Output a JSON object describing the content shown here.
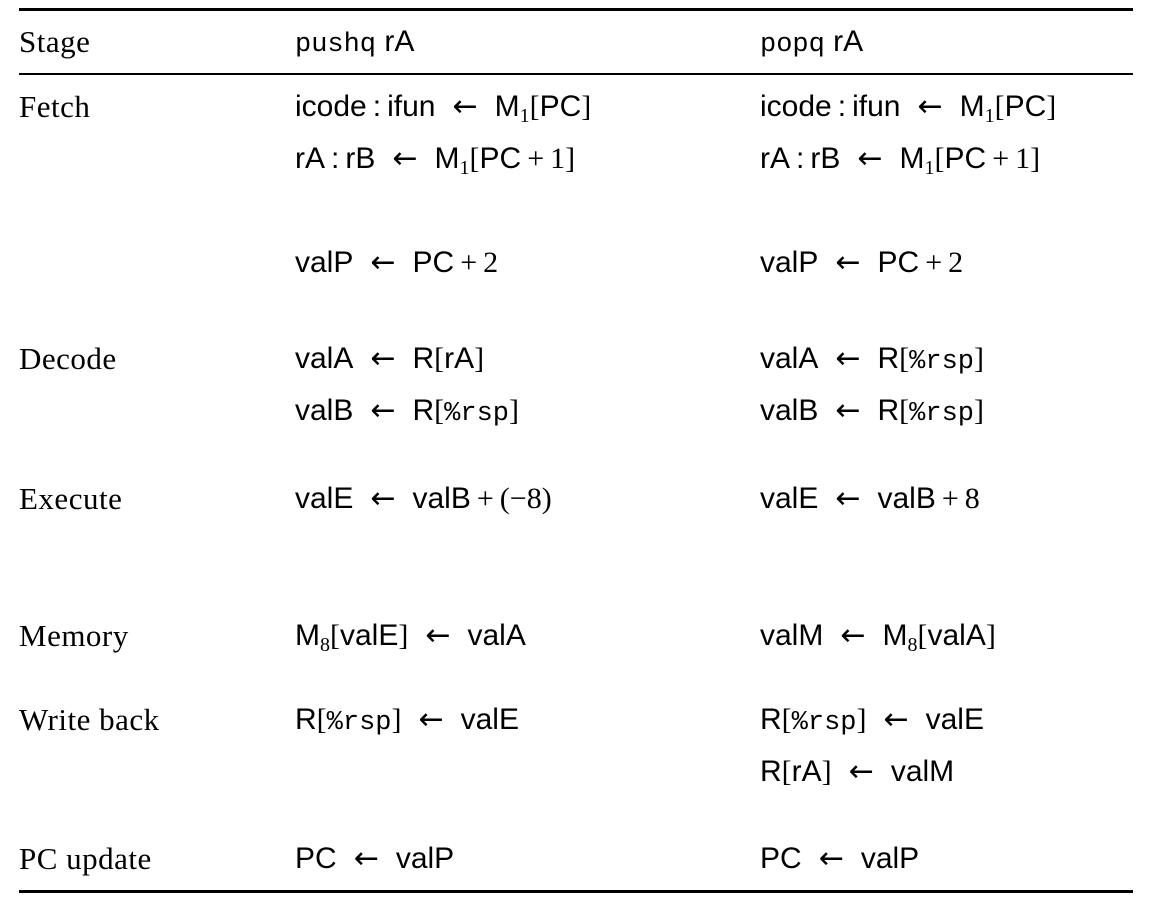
{
  "table": {
    "header": {
      "stage": "Stage",
      "pushq": [
        {
          "t": "m",
          "v": "pushq"
        },
        {
          "t": "s",
          "v": " rA"
        }
      ],
      "popq": [
        {
          "t": "m",
          "v": "popq"
        },
        {
          "t": "s",
          "v": " rA"
        }
      ]
    },
    "stages": [
      {
        "key": "fetch",
        "name": "Fetch",
        "pushq": [
          [
            {
              "t": "s",
              "v": "icode : ifun"
            },
            {
              "t": "a",
              "v": "←"
            },
            {
              "t": "s",
              "v": "M"
            },
            {
              "t": "sub",
              "v": "1"
            },
            {
              "t": "r",
              "v": "["
            },
            {
              "t": "s",
              "v": "PC"
            },
            {
              "t": "r",
              "v": "]"
            }
          ],
          [
            {
              "t": "s",
              "v": "rA : rB"
            },
            {
              "t": "a",
              "v": "←"
            },
            {
              "t": "s",
              "v": "M"
            },
            {
              "t": "sub",
              "v": "1"
            },
            {
              "t": "r",
              "v": "["
            },
            {
              "t": "s",
              "v": "PC"
            },
            {
              "t": "r",
              "v": " + 1]"
            }
          ],
          [],
          [
            {
              "t": "s",
              "v": "valP"
            },
            {
              "t": "a",
              "v": "←"
            },
            {
              "t": "s",
              "v": "PC"
            },
            {
              "t": "r",
              "v": " + 2"
            }
          ]
        ],
        "popq": [
          [
            {
              "t": "s",
              "v": "icode : ifun"
            },
            {
              "t": "a",
              "v": "←"
            },
            {
              "t": "s",
              "v": "M"
            },
            {
              "t": "sub",
              "v": "1"
            },
            {
              "t": "r",
              "v": "["
            },
            {
              "t": "s",
              "v": "PC"
            },
            {
              "t": "r",
              "v": "]"
            }
          ],
          [
            {
              "t": "s",
              "v": "rA : rB"
            },
            {
              "t": "a",
              "v": "←"
            },
            {
              "t": "s",
              "v": "M"
            },
            {
              "t": "sub",
              "v": "1"
            },
            {
              "t": "r",
              "v": "["
            },
            {
              "t": "s",
              "v": "PC"
            },
            {
              "t": "r",
              "v": " + 1]"
            }
          ],
          [],
          [
            {
              "t": "s",
              "v": "valP"
            },
            {
              "t": "a",
              "v": "←"
            },
            {
              "t": "s",
              "v": "PC"
            },
            {
              "t": "r",
              "v": " + 2"
            }
          ]
        ]
      },
      {
        "key": "decode",
        "name": "Decode",
        "pushq": [
          [
            {
              "t": "s",
              "v": "valA"
            },
            {
              "t": "a",
              "v": "←"
            },
            {
              "t": "s",
              "v": "R"
            },
            {
              "t": "r",
              "v": "["
            },
            {
              "t": "s",
              "v": "rA"
            },
            {
              "t": "r",
              "v": "]"
            }
          ],
          [
            {
              "t": "s",
              "v": "valB"
            },
            {
              "t": "a",
              "v": "←"
            },
            {
              "t": "s",
              "v": "R"
            },
            {
              "t": "r",
              "v": "["
            },
            {
              "t": "m",
              "v": "%rsp"
            },
            {
              "t": "r",
              "v": "]"
            }
          ]
        ],
        "popq": [
          [
            {
              "t": "s",
              "v": "valA"
            },
            {
              "t": "a",
              "v": "←"
            },
            {
              "t": "s",
              "v": "R"
            },
            {
              "t": "r",
              "v": "["
            },
            {
              "t": "m",
              "v": "%rsp"
            },
            {
              "t": "r",
              "v": "]"
            }
          ],
          [
            {
              "t": "s",
              "v": "valB"
            },
            {
              "t": "a",
              "v": "←"
            },
            {
              "t": "s",
              "v": "R"
            },
            {
              "t": "r",
              "v": "["
            },
            {
              "t": "m",
              "v": "%rsp"
            },
            {
              "t": "r",
              "v": "]"
            }
          ]
        ]
      },
      {
        "key": "execute",
        "name": "Execute",
        "pushq": [
          [
            {
              "t": "s",
              "v": "valE"
            },
            {
              "t": "a",
              "v": "←"
            },
            {
              "t": "s",
              "v": "valB"
            },
            {
              "t": "r",
              "v": " + (−8)"
            }
          ]
        ],
        "popq": [
          [
            {
              "t": "s",
              "v": "valE"
            },
            {
              "t": "a",
              "v": "←"
            },
            {
              "t": "s",
              "v": "valB"
            },
            {
              "t": "r",
              "v": " + 8"
            }
          ]
        ]
      },
      {
        "key": "memory",
        "name": "Memory",
        "pushq": [
          [
            {
              "t": "s",
              "v": "M"
            },
            {
              "t": "sub",
              "v": "8"
            },
            {
              "t": "r",
              "v": "["
            },
            {
              "t": "s",
              "v": "valE"
            },
            {
              "t": "r",
              "v": "]"
            },
            {
              "t": "a",
              "v": "←"
            },
            {
              "t": "s",
              "v": "valA"
            }
          ]
        ],
        "popq": [
          [
            {
              "t": "s",
              "v": "valM"
            },
            {
              "t": "a",
              "v": "←"
            },
            {
              "t": "s",
              "v": "M"
            },
            {
              "t": "sub",
              "v": "8"
            },
            {
              "t": "r",
              "v": "["
            },
            {
              "t": "s",
              "v": "valA"
            },
            {
              "t": "r",
              "v": "]"
            }
          ]
        ]
      },
      {
        "key": "writeback",
        "name": "Write back",
        "pushq": [
          [
            {
              "t": "s",
              "v": "R"
            },
            {
              "t": "r",
              "v": "["
            },
            {
              "t": "m",
              "v": "%rsp"
            },
            {
              "t": "r",
              "v": "]"
            },
            {
              "t": "a",
              "v": "←"
            },
            {
              "t": "s",
              "v": "valE"
            }
          ]
        ],
        "popq": [
          [
            {
              "t": "s",
              "v": "R"
            },
            {
              "t": "r",
              "v": "["
            },
            {
              "t": "m",
              "v": "%rsp"
            },
            {
              "t": "r",
              "v": "]"
            },
            {
              "t": "a",
              "v": "←"
            },
            {
              "t": "s",
              "v": "valE"
            }
          ],
          [
            {
              "t": "s",
              "v": "R"
            },
            {
              "t": "r",
              "v": "["
            },
            {
              "t": "s",
              "v": "rA"
            },
            {
              "t": "r",
              "v": "]"
            },
            {
              "t": "a",
              "v": "←"
            },
            {
              "t": "s",
              "v": "valM"
            }
          ]
        ]
      },
      {
        "key": "pcupdate",
        "name": "PC update",
        "pushq": [
          [
            {
              "t": "s",
              "v": "PC"
            },
            {
              "t": "a",
              "v": "←"
            },
            {
              "t": "s",
              "v": "valP"
            }
          ]
        ],
        "popq": [
          [
            {
              "t": "s",
              "v": "PC"
            },
            {
              "t": "a",
              "v": "←"
            },
            {
              "t": "s",
              "v": "valP"
            }
          ]
        ]
      }
    ]
  }
}
